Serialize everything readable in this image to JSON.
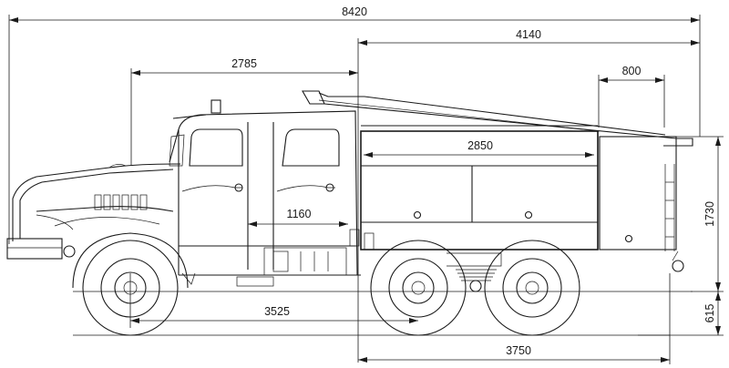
{
  "dimensions": {
    "overall_length": "8420",
    "body_length": "4140",
    "cab_length": "2785",
    "ladder_width": "800",
    "compartment_length": "2850",
    "cab_section": "1160",
    "wheelbase_front": "3525",
    "wheelbase_rear": "3750",
    "height_body": "1730",
    "ground_clearance": "615"
  }
}
